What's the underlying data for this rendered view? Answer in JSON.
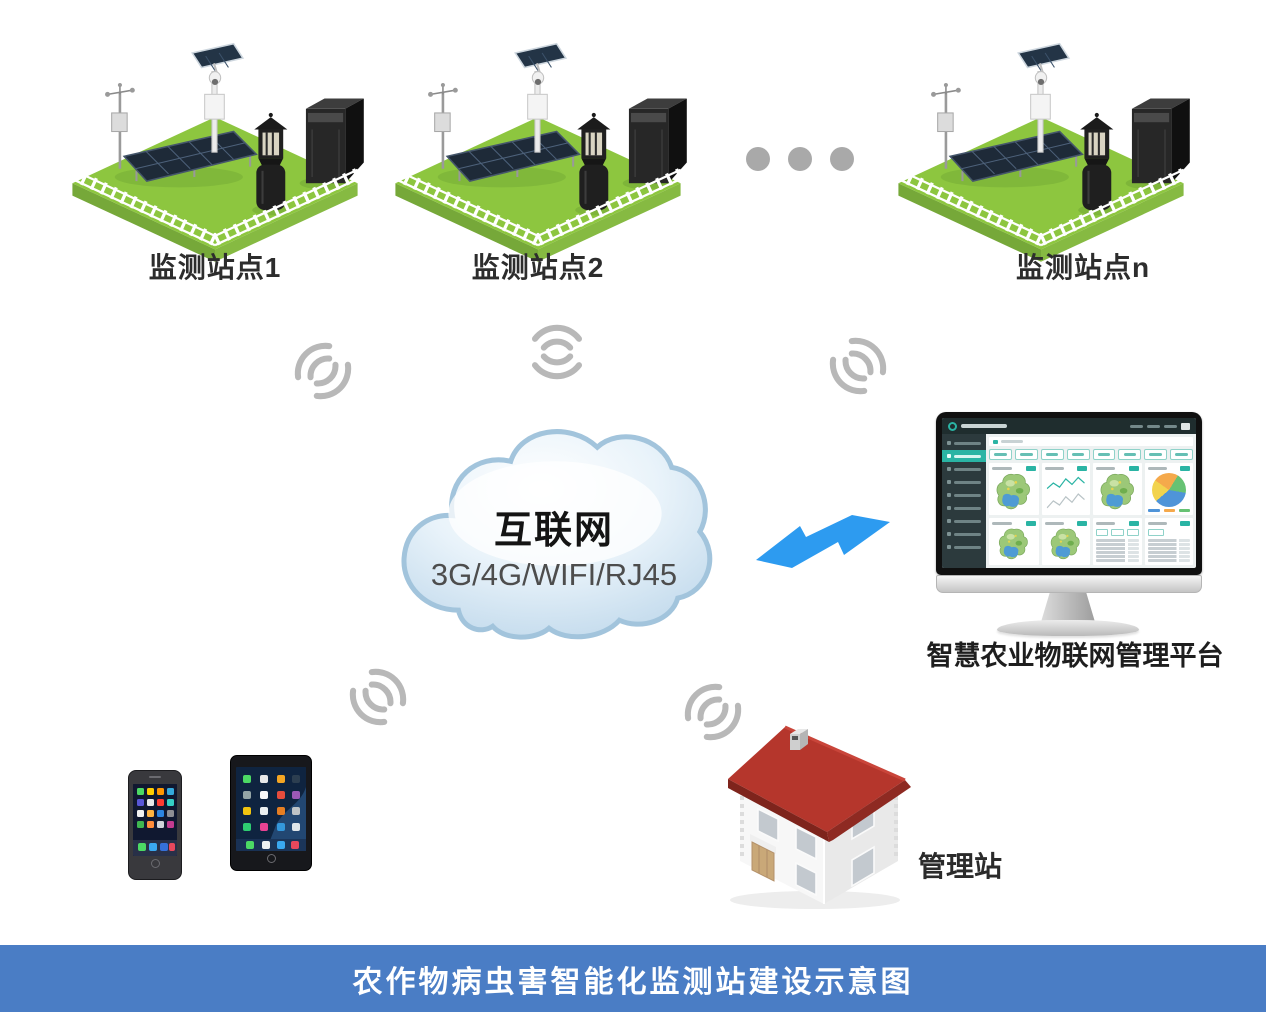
{
  "stations": [
    {
      "label": "监测站点1"
    },
    {
      "label": "监测站点2"
    },
    {
      "label": "监测站点n"
    }
  ],
  "ellipsis": {
    "dot_count": 3,
    "color": "#a9a9a9"
  },
  "cloud": {
    "title": "互联网",
    "subtitle": "3G/4G/WIFI/RJ45"
  },
  "platform": {
    "label": "智慧农业物联网管理平台",
    "accent_color": "#2ab4a4"
  },
  "house": {
    "label": "管理站",
    "roof_color": "#b5362c"
  },
  "banner": {
    "text": "农作物病虫害智能化监测站建设示意图",
    "bg_color": "#4a7dc5",
    "text_color": "#ffffff"
  },
  "icons": {
    "wifi": "wifi-signal-icon",
    "lightning": "lightning-bolt-icon",
    "ellipsis": "ellipsis-dots",
    "monitor": "desktop-monitor",
    "phone": "smartphone",
    "tablet": "tablet",
    "house": "management-house",
    "station": "monitoring-station-plot"
  },
  "colors": {
    "lightning": "#2d9bf0",
    "platform_green": "#8dc63f",
    "platform_green_side": "#76a839",
    "wifi_gray": "#b8b8b8",
    "cloud_edge": "#a2c4dc"
  }
}
